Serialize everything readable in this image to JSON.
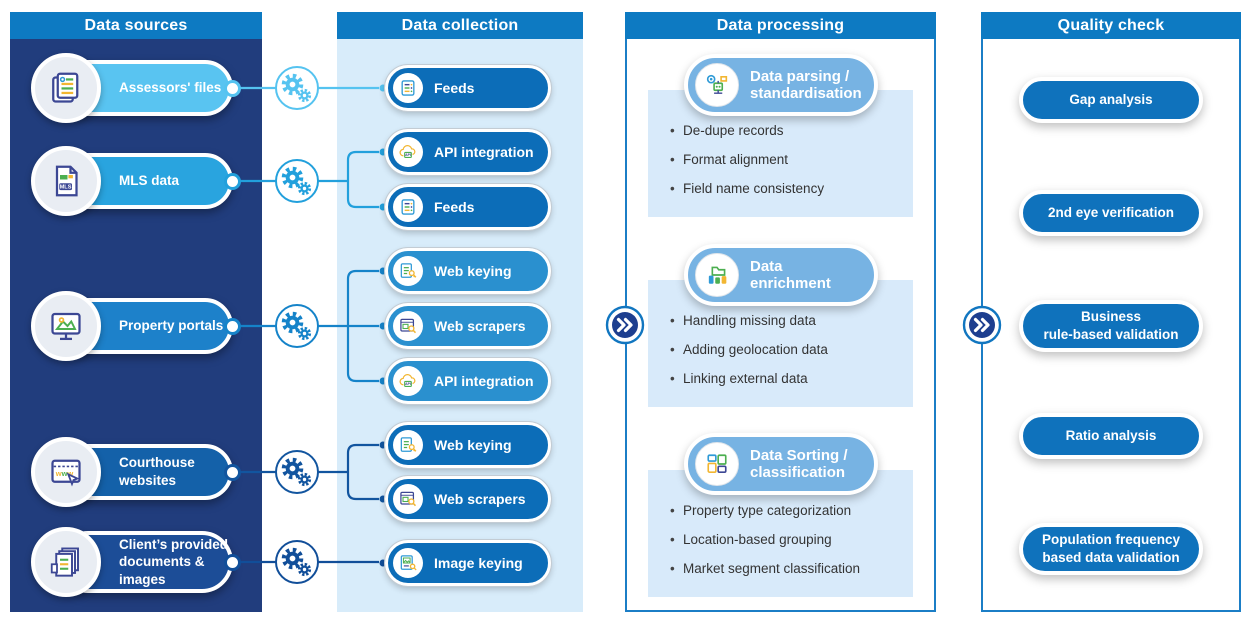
{
  "colors": {
    "header_bar": "#0d7ac2",
    "sources_panel_bg": "#213d7d",
    "collection_panel_bg": "#d8ecfa",
    "process_box_border": "#1b7ec6",
    "process_pill": "#77b3e3",
    "process_panel_bg": "#d8eafa",
    "quality_pill": "#0f72bc",
    "collection_pill_dark": "#0c6db8",
    "collection_pill_light": "#2a90cf",
    "source_pill_colors": [
      "#59c4f1",
      "#29a4df",
      "#1d81ca",
      "#1461a9",
      "#1c4d97"
    ],
    "connector_colors": [
      "#55c3f0",
      "#22a0dc",
      "#1583c9",
      "#12559f",
      "#114e99"
    ]
  },
  "columns": {
    "sources": {
      "title": "Data sources",
      "items": [
        {
          "lines": [
            "Assessors' files"
          ],
          "icon": "documents-icon"
        },
        {
          "lines": [
            "MLS data"
          ],
          "icon": "mls-file-icon"
        },
        {
          "lines": [
            "Property portals"
          ],
          "icon": "property-portal-monitor-icon"
        },
        {
          "lines": [
            "Courthouse",
            "websites"
          ],
          "icon": "www-browser-icon"
        },
        {
          "lines": [
            "Client’s provided",
            "documents &",
            "images"
          ],
          "icon": "hand-documents-icon"
        }
      ]
    },
    "collection": {
      "title": "Data collection",
      "items": [
        {
          "label": "Feeds",
          "icon": "feeds-icon"
        },
        {
          "label": "API integration",
          "icon": "api-cloud-icon"
        },
        {
          "label": "Feeds",
          "icon": "feeds-icon"
        },
        {
          "label": "Web keying",
          "icon": "web-keying-icon"
        },
        {
          "label": "Web scrapers",
          "icon": "web-scraper-icon"
        },
        {
          "label": "API integration",
          "icon": "api-cloud-icon"
        },
        {
          "label": "Web keying",
          "icon": "web-keying-icon"
        },
        {
          "label": "Web scrapers",
          "icon": "web-scraper-icon"
        },
        {
          "label": "Image keying",
          "icon": "image-keying-icon"
        }
      ],
      "connector_icon": "gears-icon"
    },
    "processing": {
      "title": "Data processing",
      "arrow_icon": "double-chevron-icon",
      "groups": [
        {
          "lines": [
            "Data parsing /",
            "standardisation"
          ],
          "icon": "data-parsing-icon",
          "bullets": [
            "De-dupe records",
            "Format alignment",
            "Field name consistency"
          ]
        },
        {
          "lines": [
            "Data",
            "enrichment"
          ],
          "icon": "data-enrichment-icon",
          "bullets": [
            "Handling missing data",
            "Adding geolocation data",
            "Linking external data"
          ]
        },
        {
          "lines": [
            "Data Sorting /",
            "classification"
          ],
          "icon": "data-sorting-icon",
          "bullets": [
            "Property type categorization",
            "Location-based grouping",
            "Market segment classification"
          ]
        }
      ]
    },
    "quality": {
      "title": "Quality check",
      "arrow_icon": "double-chevron-icon",
      "items": [
        {
          "lines": [
            "Gap analysis"
          ]
        },
        {
          "lines": [
            "2nd eye verification"
          ]
        },
        {
          "lines": [
            "Business",
            "rule-based validation"
          ]
        },
        {
          "lines": [
            "Ratio analysis"
          ]
        },
        {
          "lines": [
            "Population frequency",
            "based data validation"
          ]
        }
      ]
    }
  }
}
